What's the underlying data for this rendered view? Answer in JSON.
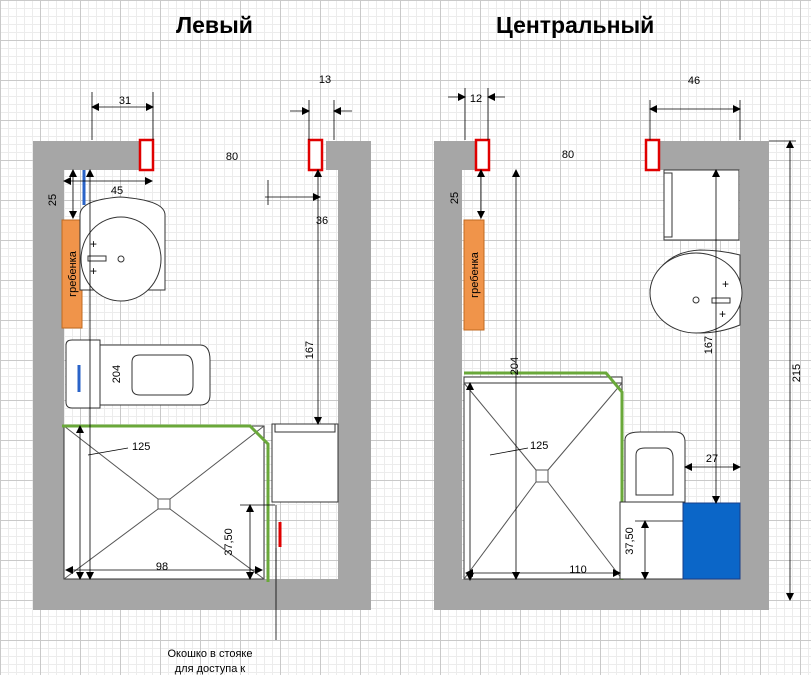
{
  "titles": {
    "left": "Левый",
    "center": "Центральный"
  },
  "left_plan": {
    "dims": {
      "d31": "31",
      "d13": "13",
      "d80": "80",
      "d45": "45",
      "d25": "25",
      "d36": "36",
      "d167": "167",
      "d204": "204",
      "d125": "125",
      "d98": "98",
      "d3750": "37,50"
    },
    "comb_label": "гребенка",
    "note_line1": "Окошко в стояке",
    "note_line2": "для доступа к"
  },
  "center_plan": {
    "dims": {
      "d12": "12",
      "d46": "46",
      "d80": "80",
      "d25": "25",
      "d204": "204",
      "d167": "167",
      "d215": "215",
      "d125": "125",
      "d27": "27",
      "d3750": "37,50",
      "d110": "110"
    },
    "comb_label": "гребенка"
  },
  "colors": {
    "wall": "#a6a6a6",
    "comb": "#f0944a",
    "pipe_red": "#e00000",
    "shower_edge": "#6aa83a",
    "pipe_blue": "#2a63c8",
    "fill_blue": "#0b66c8"
  }
}
